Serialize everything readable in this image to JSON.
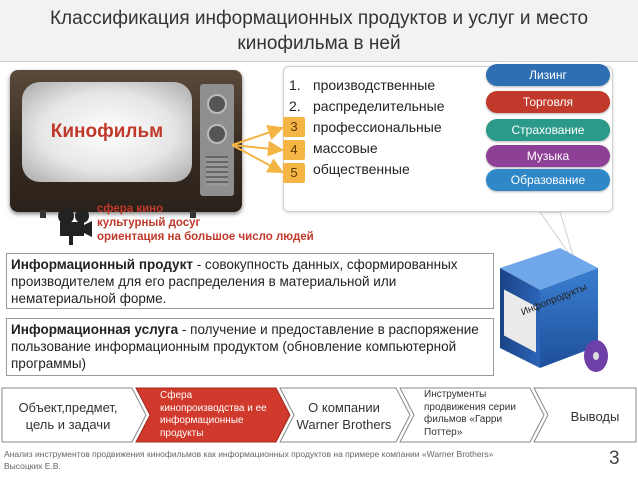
{
  "slide": {
    "title_line1": "Классификация информационных продуктов и услуг и место",
    "title_line2": "кинофильма в ней",
    "tv_label": "Кинофильм",
    "list": [
      {
        "num": "1.",
        "text": "производственные"
      },
      {
        "num": "2.",
        "text": "распределительные"
      },
      {
        "num": "3.",
        "text": "профессиональные"
      },
      {
        "num": "4.",
        "text": "массовые"
      },
      {
        "num": "5.",
        "text": "общественные"
      }
    ],
    "badges": [
      "3",
      "4",
      "5"
    ],
    "tags": [
      {
        "label": "Лизинг",
        "color": "#2e6fb3"
      },
      {
        "label": "Торговля",
        "color": "#c0392b"
      },
      {
        "label": "Страхование",
        "color": "#2b9a8a"
      },
      {
        "label": "Музыка",
        "color": "#8e3f96"
      },
      {
        "label": "Образование",
        "color": "#2f87c8"
      }
    ],
    "sphere_lines": [
      "сфера кино",
      "культурный досуг",
      "ориентация на большое число людей"
    ],
    "def_product_term": "Информационный продукт",
    "def_product_text": " - совокупность данных, сформированных производителем для его распределения в материальной или нематериальной форме.",
    "def_service_term": "Информационная услуга",
    "def_service_text": " - получение и предоставление в распоряжение пользование информационным продуктом (обновление компьютерной программы)",
    "box_label": "Инфопродукты",
    "nav": [
      {
        "text": "Объект,предмет, цель и задачи"
      },
      {
        "text": "Сфера кинопроизводства и ее информационные продукты"
      },
      {
        "text": "О компании Warner Brothers"
      },
      {
        "text": "Инструменты продвижения серии фильмов «Гарри Поттер»"
      },
      {
        "text": "Выводы"
      }
    ],
    "footer_line1": "Анализ инструментов продвижения кинофильмов как информационных продуктов на примере компании «Warner Brothers»",
    "footer_line2": "Высоцких Е.В.",
    "page_number": "3"
  }
}
